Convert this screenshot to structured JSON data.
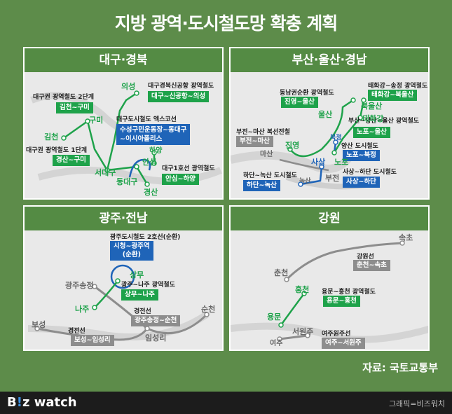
{
  "title": "지방 광역·도시철도망 확충 계획",
  "colors": {
    "green": "#1ea24a",
    "blue": "#1f64b8",
    "gray": "#8d8d8d",
    "bg": "#5d8c4a"
  },
  "panels": {
    "daegu": {
      "title": "대구·경북",
      "labels": {
        "l1": "대구권 광역철도 2단계",
        "l2": "대구경북신공항 광역철도",
        "l3": "대구도시철도 엑스코선",
        "l4": "대구권 광역철도 1단계",
        "l5": "대구1호선 광역철도"
      },
      "tags": {
        "t1": "김천~구미",
        "t2": "대구~신공항~의성",
        "t3a": "수성구민운동장~동대구",
        "t3b": "~이시아폴리스",
        "t4": "경산~구미",
        "t5": "안심~하양"
      },
      "cities": {
        "c1": "의성",
        "c2": "구미",
        "c3": "김천",
        "c4": "서대구",
        "c5": "동대구",
        "c6": "하양",
        "c7": "안심",
        "c8": "경산"
      }
    },
    "busan": {
      "title": "부산·울산·경남",
      "labels": {
        "l1": "태화강~송정 광역철도",
        "l2": "동남권순환 광역철도",
        "l3": "부산~양산~울산 광역철도",
        "l4": "부전~마산 복선전철",
        "l5": "양산 도시철도",
        "l6": "하단~녹산 도시철도",
        "l7": "사상~하단 도시철도"
      },
      "tags": {
        "t1": "태화강~북울산",
        "t2": "진영~울산",
        "t3": "노포~울산",
        "t4": "부전~마산",
        "t5": "노포~북정",
        "t6": "하단~녹산",
        "t7": "사상~하단"
      },
      "cities": {
        "c1": "북울산",
        "c2": "태화강",
        "c3": "울산",
        "c4": "진영",
        "c5": "마산",
        "c6": "노포",
        "c7": "북정",
        "c8": "사상",
        "c9": "부전",
        "c10": "녹산"
      }
    },
    "gwangju": {
      "title": "광주·전남",
      "labels": {
        "l1": "광주도시철도 2호선(순환)",
        "l2": "광주~나주 광역철도",
        "l3": "경전선",
        "l4": "경전선"
      },
      "tags": {
        "t1a": "시청~광주역",
        "t1b": "(순환)",
        "t2": "상무~나주",
        "t3": "광주송정~순천",
        "t4": "보성~임성리"
      },
      "cities": {
        "c1": "상무",
        "c2": "광주송정",
        "c3": "나주",
        "c4": "순천",
        "c5": "보성",
        "c6": "임성리"
      }
    },
    "gangwon": {
      "title": "강원",
      "labels": {
        "l1": "강원선",
        "l2": "용문~홍천 광역철도",
        "l3": "여주원주선"
      },
      "tags": {
        "t1": "춘천~속초",
        "t2": "용문~홍천",
        "t3": "여주~서원주"
      },
      "cities": {
        "c1": "속초",
        "c2": "춘천",
        "c3": "홍천",
        "c4": "용문",
        "c5": "서원주",
        "c6": "여주"
      }
    }
  },
  "source": "자료: 국토교통부",
  "footer": {
    "logo_b": "B",
    "logo_i": "!",
    "logo_z": "z watch",
    "credit": "그래픽=비즈워치"
  }
}
